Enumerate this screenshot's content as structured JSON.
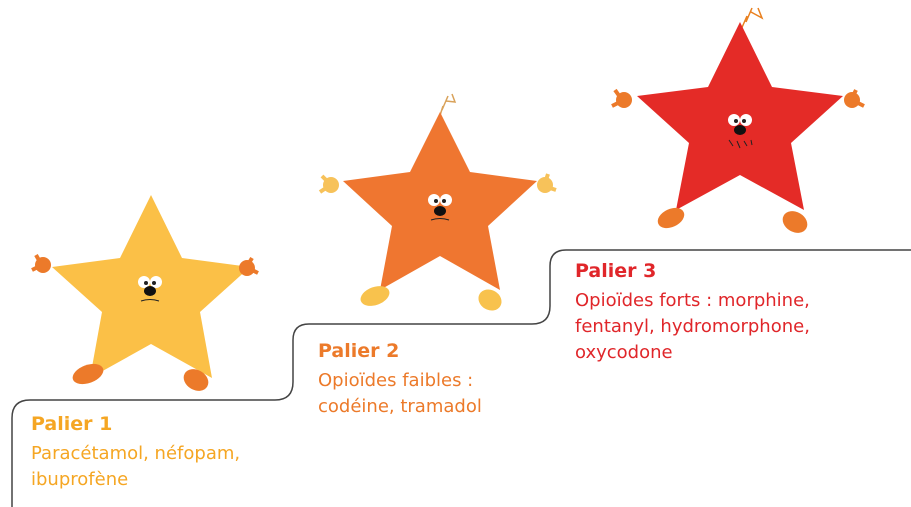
{
  "paliers": [
    {
      "title": "Palier 1",
      "lines": [
        "Paracétamol, néfopam,",
        "ibuprofène"
      ],
      "title_color": "#F5A623",
      "text_color": "#F5A623",
      "star_color": "#FBC047",
      "foot_color": "#EC7A2A"
    },
    {
      "title": "Palier 2",
      "lines": [
        "Opioïdes faibles :",
        "codéine, tramadol"
      ],
      "title_color": "#EC7A2A",
      "text_color": "#EC7A2A",
      "star_color": "#EF7630",
      "foot_color": "#F8C24D"
    },
    {
      "title": "Palier 3",
      "lines": [
        "Opioïdes forts : morphine,",
        "fentanyl, hydromorphone,",
        "oxycodone"
      ],
      "title_color": "#E0262A",
      "text_color": "#E0262A",
      "star_color": "#E42B27",
      "foot_color": "#EC7A2A"
    }
  ]
}
